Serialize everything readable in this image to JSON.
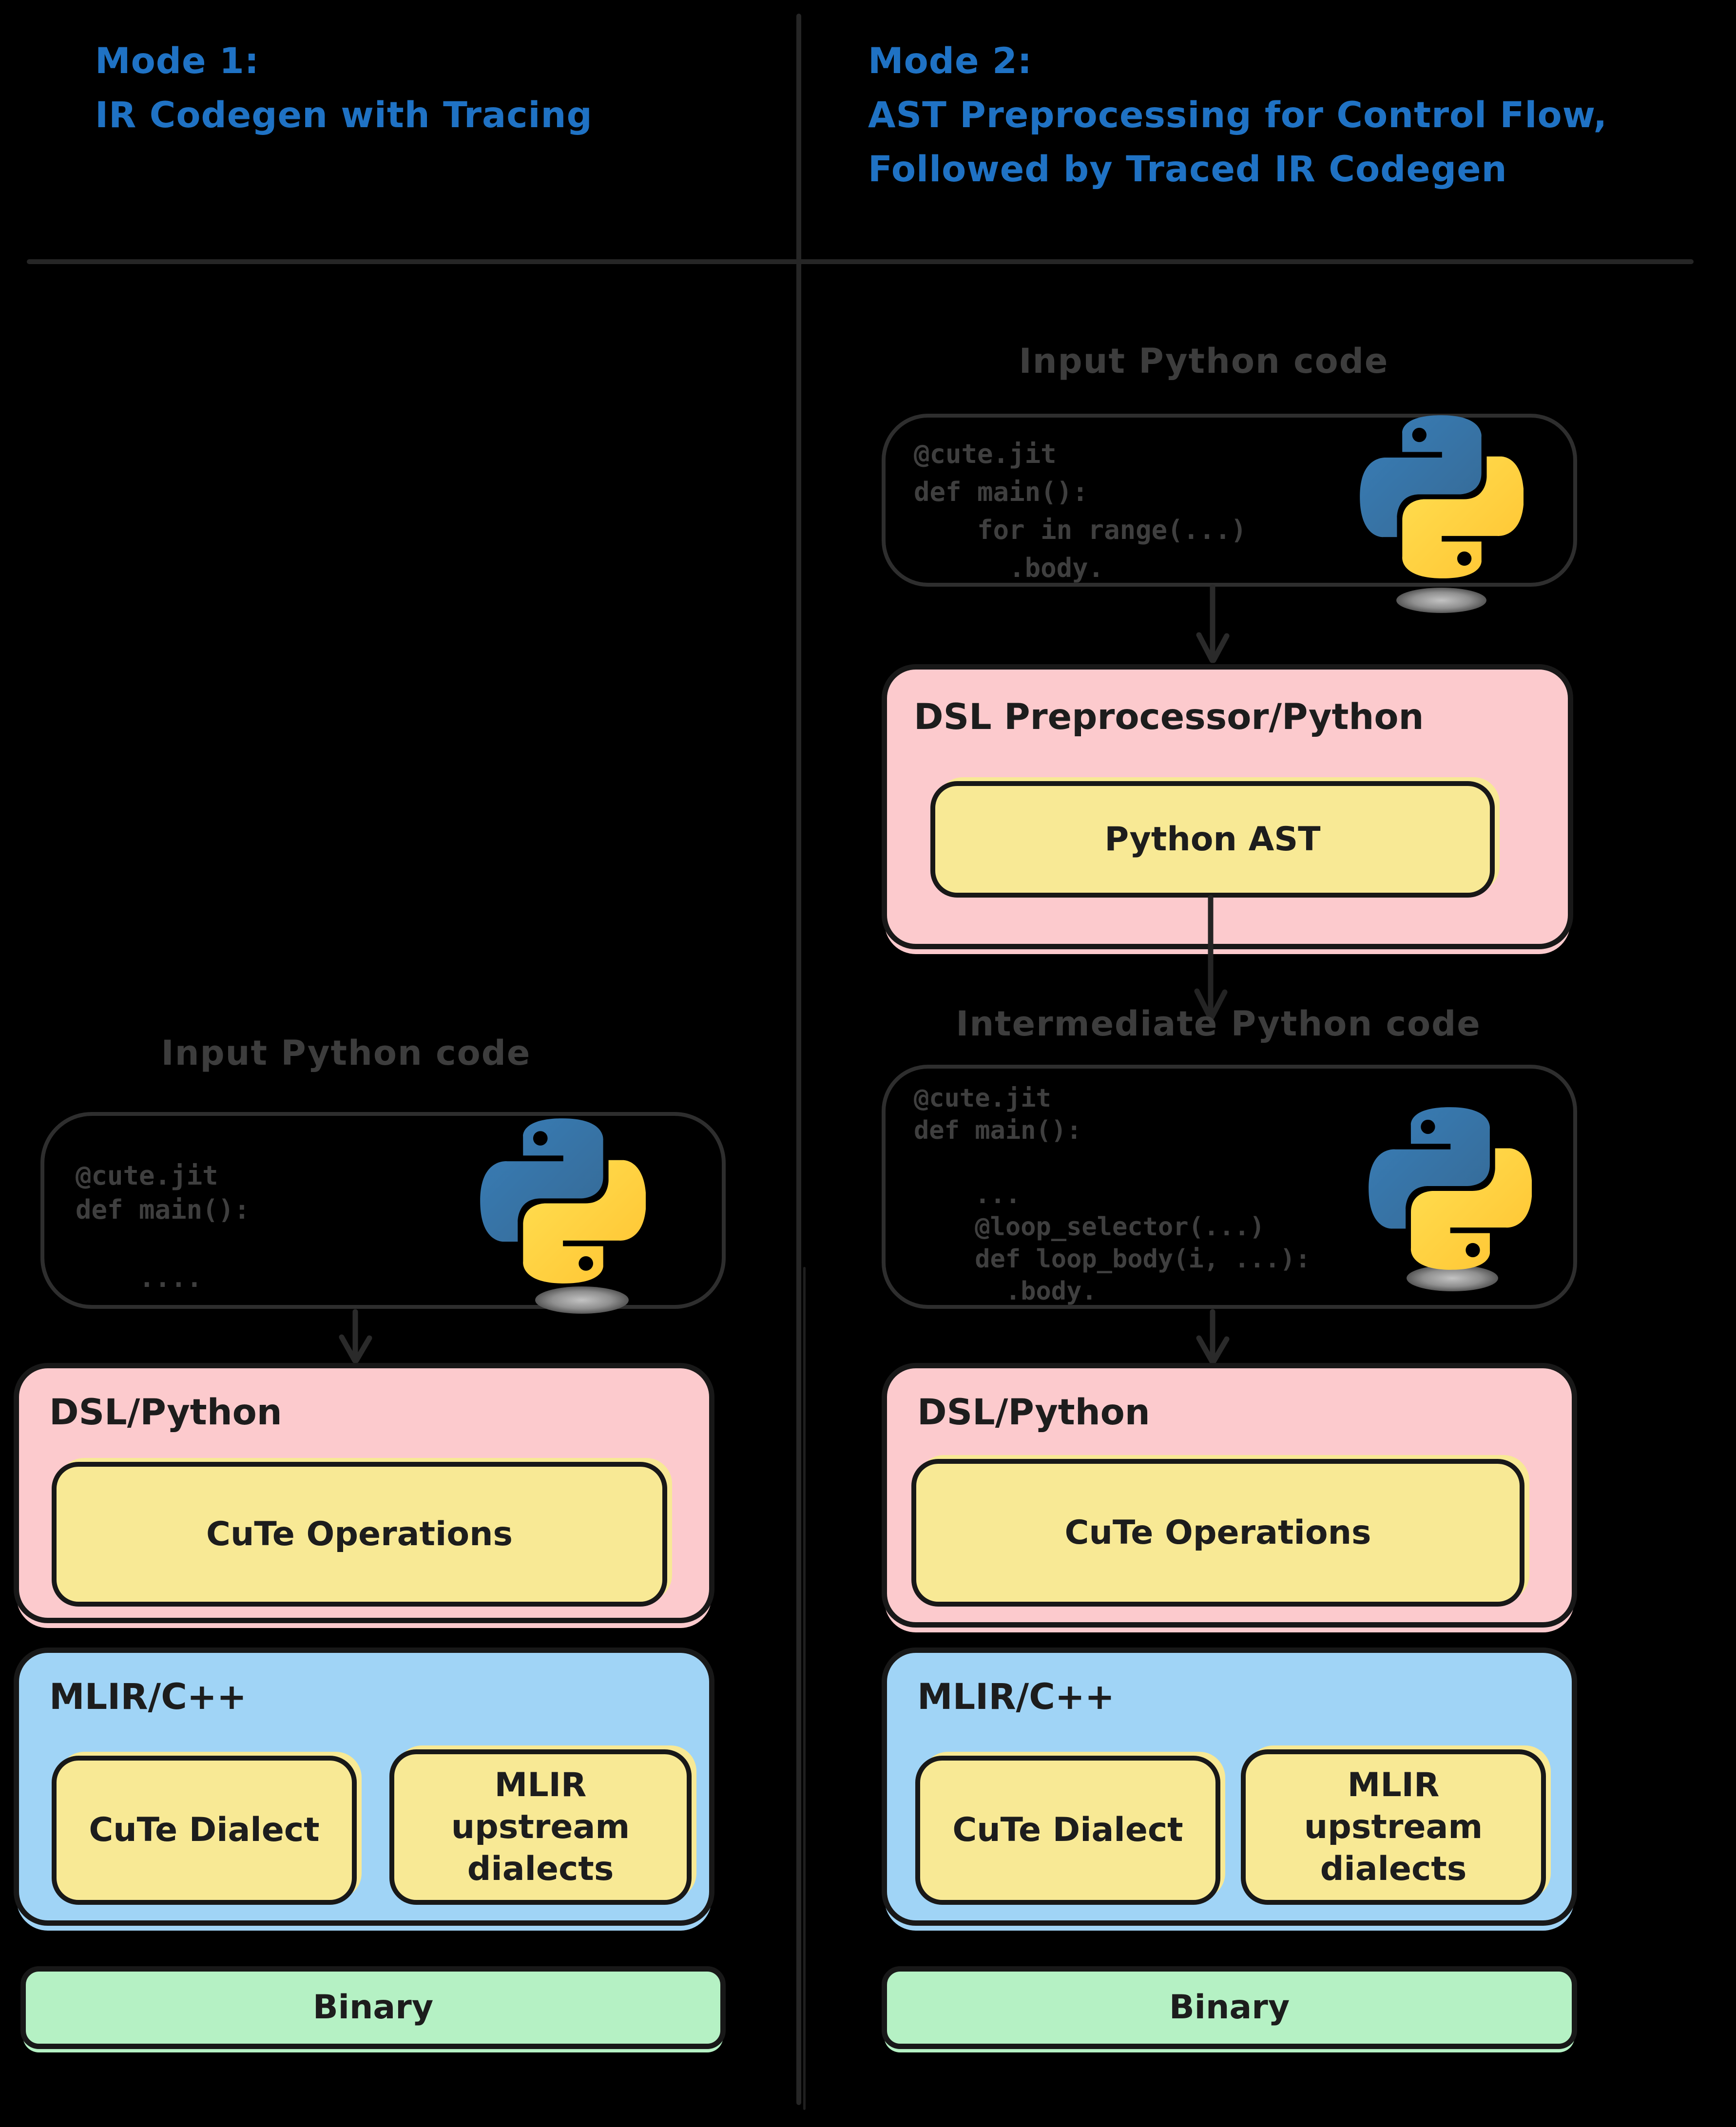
{
  "colors": {
    "background": "#000000",
    "title_blue": "#1f72c4",
    "pink_box": "#fccacd",
    "yellow_box": "#f8e995",
    "blue_box": "#a0d4f6",
    "green_box": "#b5f1c4",
    "box_outline": "#181818",
    "code_box_outline": "#2e2e2e",
    "code_text": "#3f3f3f",
    "section_label_gray": "#3d3d3d",
    "divider_gray": "#262626",
    "python_logo_blue": "#387EB8",
    "python_logo_yellow": "#FFD43B"
  },
  "mode1": {
    "title_lines": [
      "Mode 1:",
      "IR Codegen with Tracing"
    ],
    "input_label": "Input Python code",
    "code_lines": [
      "@cute.jit",
      "def main():",
      "",
      "    ...."
    ],
    "dsl_box_label": "DSL/Python",
    "cute_operations_label": "CuTe Operations",
    "mlir_box_label": "MLIR/C++",
    "cute_dialect_label": "CuTe Dialect",
    "mlir_upstream_label": "MLIR upstream dialects",
    "binary_label": "Binary"
  },
  "mode2": {
    "title_lines": [
      "Mode 2:",
      "AST Preprocessing for Control Flow,",
      "Followed by Traced IR Codegen"
    ],
    "input_label": "Input Python code",
    "input_code_lines": [
      "@cute.jit",
      "def main():",
      "    for in range(...)",
      "      .body."
    ],
    "preprocessor_box_label": "DSL Preprocessor/Python",
    "python_ast_label": "Python AST",
    "intermediate_label": "Intermediate Python code",
    "intermediate_code_lines": [
      "@cute.jit",
      "def main():",
      "",
      "    ...",
      "    @loop_selector(...)",
      "    def loop_body(i, ...):",
      "      .body."
    ],
    "dsl_box_label": "DSL/Python",
    "cute_operations_label": "CuTe Operations",
    "mlir_box_label": "MLIR/C++",
    "cute_dialect_label": "CuTe Dialect",
    "mlir_upstream_label": "MLIR upstream dialects",
    "binary_label": "Binary"
  }
}
